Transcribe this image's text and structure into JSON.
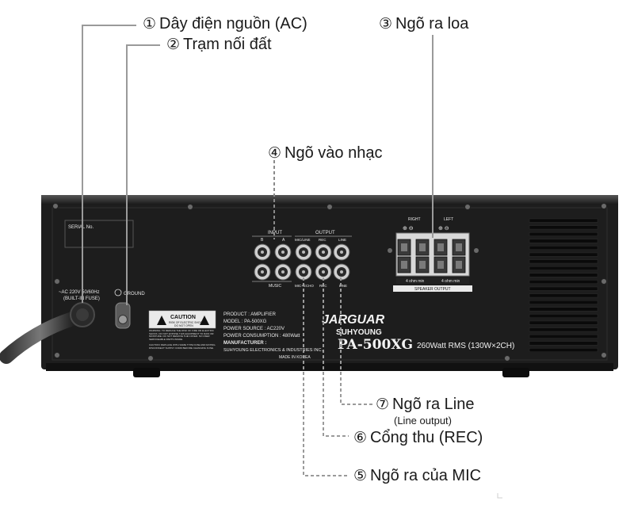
{
  "callouts": [
    {
      "num": "①",
      "label": "Dây điện nguồn (AC)"
    },
    {
      "num": "②",
      "label": "Trạm nối đất"
    },
    {
      "num": "③",
      "label": "Ngõ ra loa"
    },
    {
      "num": "④",
      "label": "Ngõ vào nhạc"
    },
    {
      "num": "⑤",
      "label": "Ngõ ra của MIC"
    },
    {
      "num": "⑥",
      "label": "Cổng thu (REC)"
    },
    {
      "num": "⑦",
      "label": "Ngõ ra Line",
      "sublabel": "(Line output)"
    }
  ],
  "panel": {
    "serial": "SERIAL No.",
    "power_label_1": "~AC 220V 50/60Hz",
    "power_label_2": "(BUILT-IN FUSE)",
    "ground_label": "GROUND",
    "input_header": "INPUT",
    "input_b": "B",
    "input_a": "A",
    "music_label": "MUSIC",
    "output_header": "OUTPUT",
    "out_mic_line_top": "MIC/LINE",
    "out_rec_top": "REC",
    "out_line_top": "LINE",
    "out_mic_echo": "MIC+ECHO",
    "out_rec_bottom": "REC",
    "out_line_bottom": "LINE",
    "right_label": "RIGHT",
    "left_label": "LEFT",
    "ohm_right": "4 ohm min",
    "ohm_left": "4 ohm min",
    "speaker_output": "SPEAKER OUTPUT",
    "caution_title": "CAUTION",
    "caution_sub_1": "RISK OF ELECTRIC SHOCK",
    "caution_sub_2": "DO NOT OPEN",
    "warning_text": "WARNING: TO REDUCE THE RISK OF FIRE OR ELECTRIC SHOCK, DO NOT EXPOSE THIS EQUIPMENT TO RAIN OR MOISTURE. DO NOT REMOVE THE COVER. NO USER SERVICEABLE PARTS INSIDE.",
    "caution_text": "CAUTION: REPLACE WITH SAME TYPE FUSE AND RATING. DISCONNECT SUPPLY CORD BEFORE CHANGING FUSE.",
    "spec_product": "PRODUCT : AMPLIFIER",
    "spec_model": "MODEL : PA-500XG",
    "spec_source": "POWER SOURCE : AC220V",
    "spec_consumption": "POWER CONSUMPTION : 480Watt",
    "spec_manufacturer": "MANUFACTURER :",
    "spec_company": "SUHYOUNG ELECTRONICS & INDUSTRIES INC.",
    "made_in": "MADE IN KOREA",
    "brand_1": "JARGUAR",
    "brand_2": "SUHYOUNG",
    "model_name": "PA-500XG",
    "model_rating": "260Watt RMS (130W×2CH)"
  }
}
